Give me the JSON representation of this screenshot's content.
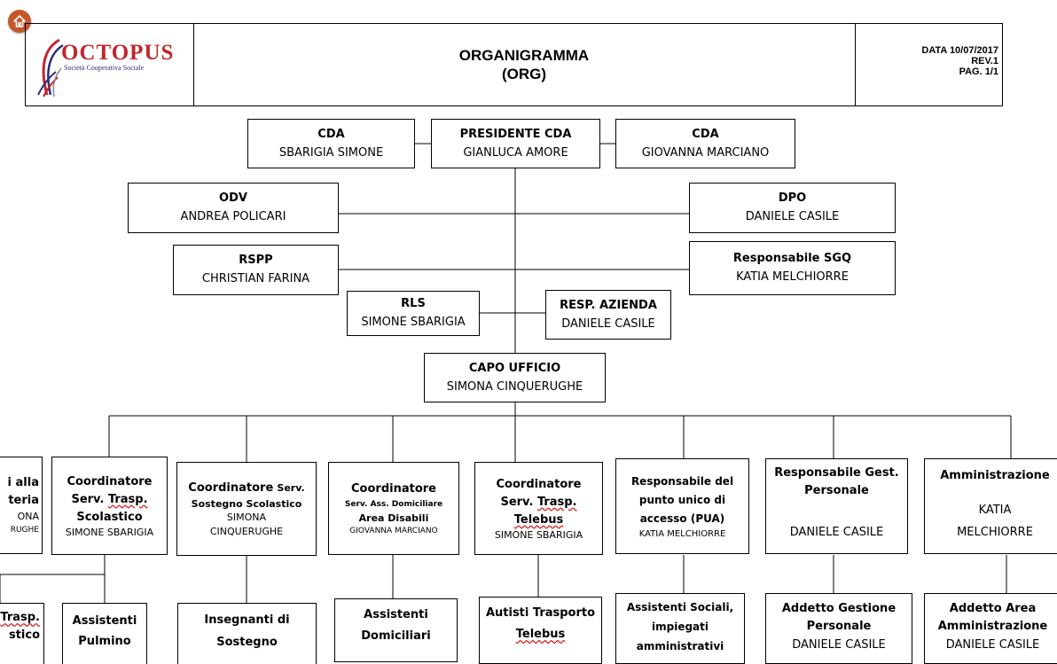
{
  "header": {
    "logo_name": "OCTOPUS",
    "logo_sub": "Società Cooperativa Sociale",
    "title_line1": "ORGANIGRAMMA",
    "title_line2": "(ORG)",
    "date": "DATA 10/07/2017",
    "rev": "REV.1",
    "page": "PAG. 1/1"
  },
  "top": {
    "cda_left": {
      "title": "CDA",
      "name": "SBARIGIA SIMONE"
    },
    "president": {
      "title": "PRESIDENTE CDA",
      "name": "GIANLUCA AMORE"
    },
    "cda_right": {
      "title": "CDA",
      "name": "GIOVANNA MARCIANO"
    }
  },
  "odv": {
    "title": "ODV",
    "name": "ANDREA POLICARI"
  },
  "dpo": {
    "title": "DPO",
    "name": "DANIELE CASILE"
  },
  "rspp": {
    "title": "RSPP",
    "name": "CHRISTIAN FARINA"
  },
  "sgq": {
    "title": "Responsabile SGQ",
    "name": "KATIA MELCHIORRE"
  },
  "rls": {
    "title": "RLS",
    "name": "SIMONE SBARIGIA"
  },
  "resp_azienda": {
    "title": "RESP. AZIENDA",
    "name": "DANIELE CASILE"
  },
  "capo": {
    "title": "CAPO UFFICIO",
    "name": "SIMONA CINQUERUGHE"
  },
  "departments": [
    {
      "l1": "i alla",
      "l2": "teria",
      "l3": "ONA",
      "l4": "RUGHE"
    },
    {
      "l1": "Coordinatore",
      "l2": "Serv.",
      "l2b": "Trasp.",
      "l3": "Scolastico",
      "name": "SIMONE SBARIGIA"
    },
    {
      "l1a": "Coordinatore",
      "l1b": "Serv.",
      "l2": "Sostegno Scolastico",
      "name1": "SIMONA",
      "name2": "CINQUERUGHE"
    },
    {
      "l1": "Coordinatore",
      "l2": "Serv. Ass. Domiciliare",
      "l3": "Area Disabili",
      "name": "GIOVANNA MARCIANO"
    },
    {
      "l1": "Coordinatore",
      "l2": "Serv.",
      "l2b": "Trasp.",
      "l3": "Telebus",
      "name": "SIMONE SBARIGIA"
    },
    {
      "l1": "Responsabile del",
      "l2": "punto unico di",
      "l3": "accesso (PUA)",
      "name": "KATIA MELCHIORRE"
    },
    {
      "l1": "Responsabile Gest.",
      "l2": "Personale",
      "name": "DANIELE CASILE"
    },
    {
      "l1": "Amministrazione",
      "name1": "KATIA",
      "name2": "MELCHIORRE"
    }
  ],
  "staff": [
    {
      "l1": "Trasp.",
      "l2": "stico"
    },
    {
      "l1": "Assistenti",
      "l2": "Pulmino"
    },
    {
      "l1": "Insegnanti di",
      "l2": "Sostegno"
    },
    {
      "l1": "Assistenti",
      "l2": "Domiciliari"
    },
    {
      "l1": "Autisti Trasporto",
      "l2": "Telebus"
    },
    {
      "l1": "Assistenti Sociali,",
      "l2": "impiegati",
      "l3": "amministrativi"
    },
    {
      "l1": "Addetto Gestione",
      "l2": "Personale",
      "name": "DANIELE CASILE"
    },
    {
      "l1": "Addetto Area",
      "l2": "Amministrazione",
      "name": "DANIELE CASILE"
    }
  ]
}
